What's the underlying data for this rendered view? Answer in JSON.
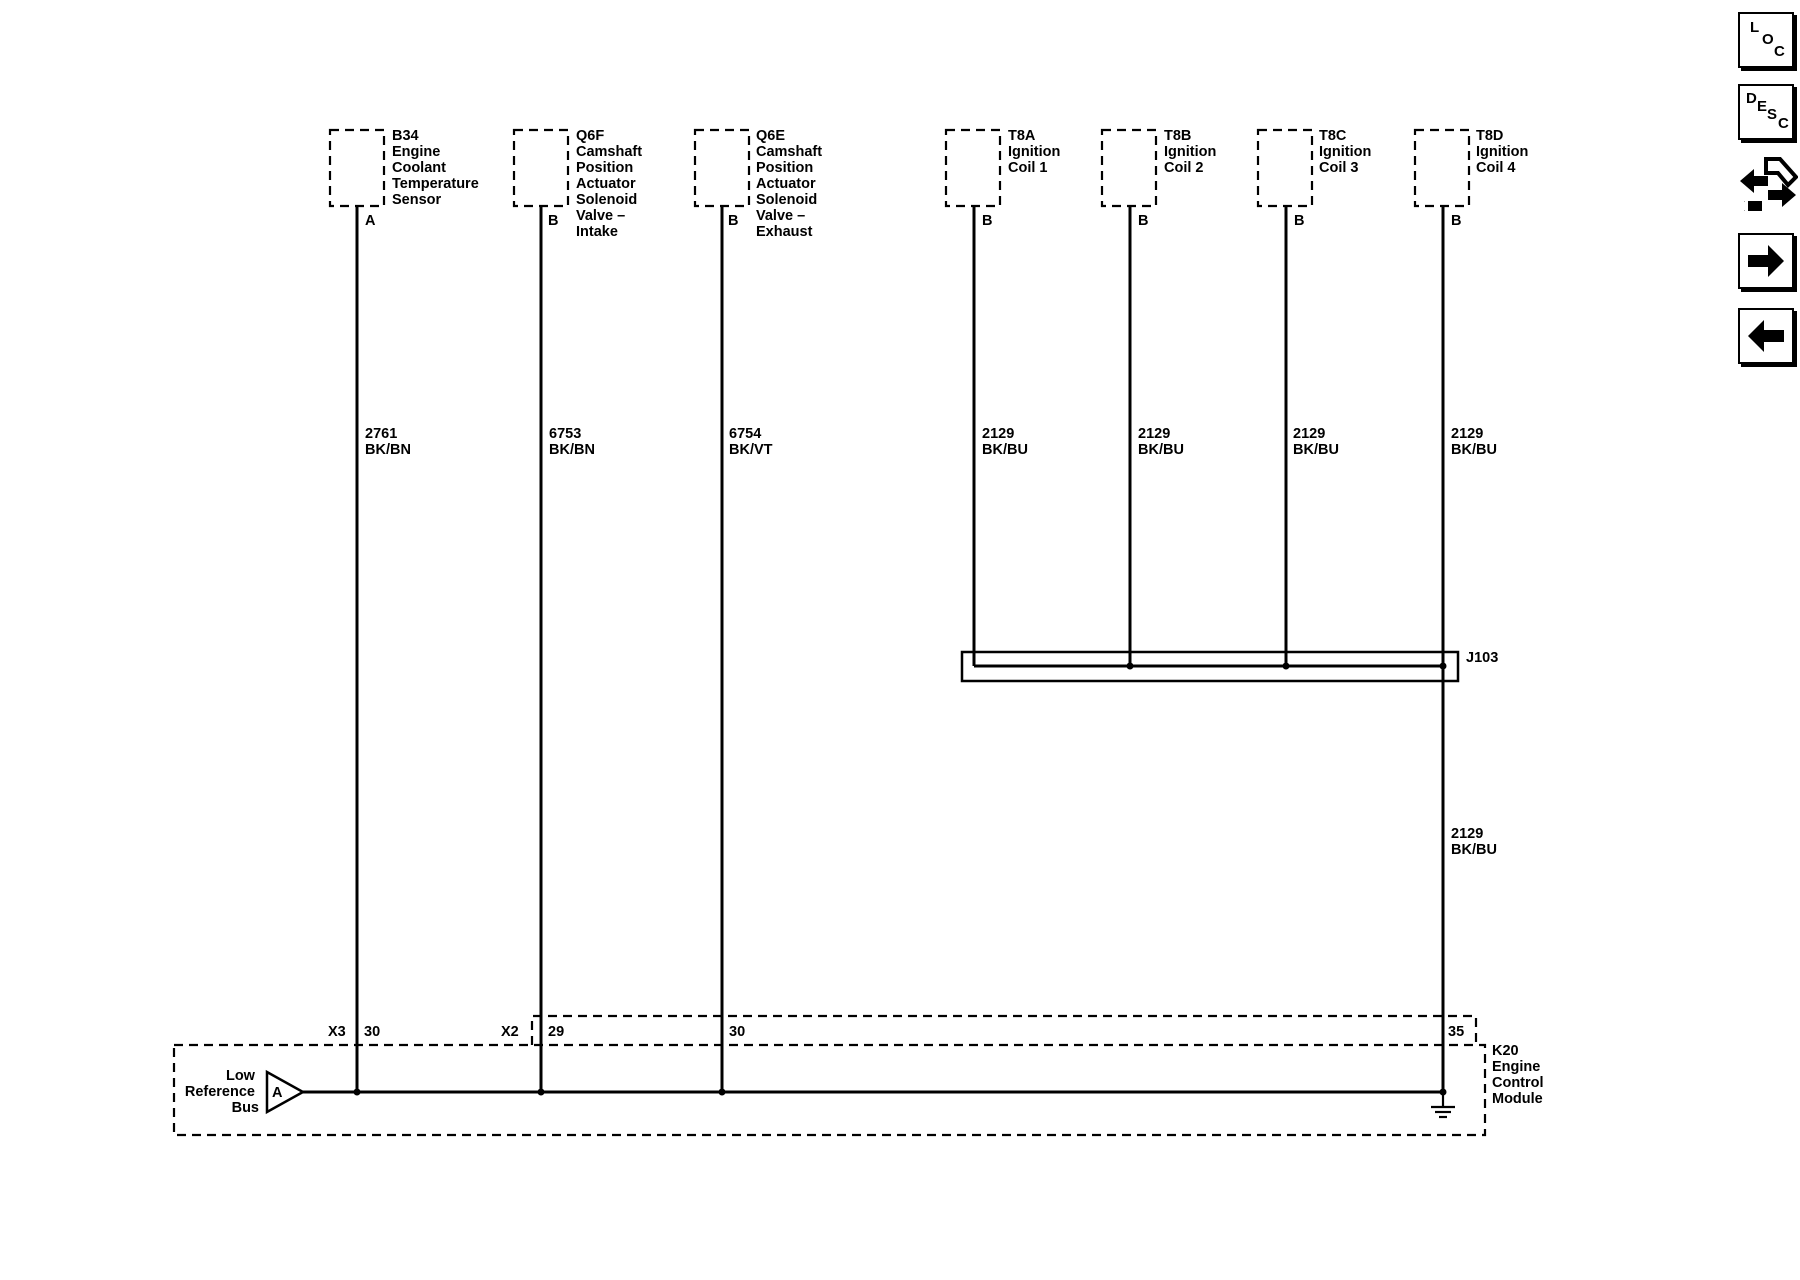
{
  "components": [
    {
      "ref": "B34",
      "lines": [
        "Engine",
        "Coolant",
        "Temperature",
        "Sensor"
      ],
      "pin": "A"
    },
    {
      "ref": "Q6F",
      "lines": [
        "Camshaft",
        "Position",
        "Actuator",
        "Solenoid",
        "Valve –",
        "Intake"
      ],
      "pin": "B"
    },
    {
      "ref": "Q6E",
      "lines": [
        "Camshaft",
        "Position",
        "Actuator",
        "Solenoid",
        "Valve –",
        "Exhaust"
      ],
      "pin": "B"
    },
    {
      "ref": "T8A",
      "lines": [
        "Ignition",
        "Coil 1"
      ],
      "pin": "B"
    },
    {
      "ref": "T8B",
      "lines": [
        "Ignition",
        "Coil 2"
      ],
      "pin": "B"
    },
    {
      "ref": "T8C",
      "lines": [
        "Ignition",
        "Coil 3"
      ],
      "pin": "B"
    },
    {
      "ref": "T8D",
      "lines": [
        "Ignition",
        "Coil 4"
      ],
      "pin": "B"
    }
  ],
  "wires": [
    {
      "circuit": "2761",
      "color": "BK/BN"
    },
    {
      "circuit": "6753",
      "color": "BK/BN"
    },
    {
      "circuit": "6754",
      "color": "BK/VT"
    },
    {
      "circuit": "2129",
      "color": "BK/BU"
    },
    {
      "circuit": "2129",
      "color": "BK/BU"
    },
    {
      "circuit": "2129",
      "color": "BK/BU"
    },
    {
      "circuit": "2129",
      "color": "BK/BU"
    }
  ],
  "splice": {
    "ref": "J103",
    "out_circuit": "2129",
    "out_color": "BK/BU"
  },
  "module": {
    "ref": "K20",
    "lines": [
      "Engine",
      "Control",
      "Module"
    ],
    "connectors": [
      "X3",
      "X2"
    ],
    "pins": [
      "30",
      "29",
      "30",
      "35"
    ],
    "bus_label": [
      "Low",
      "Reference",
      "Bus"
    ],
    "bus_pin": "A"
  },
  "side_buttons": [
    {
      "name": "loc",
      "letters": [
        "L",
        "O",
        "C"
      ]
    },
    {
      "name": "desc",
      "letters": [
        "D",
        "E",
        "S",
        "C"
      ]
    },
    {
      "name": "connector-view",
      "icon": "connector-wrench-icon"
    },
    {
      "name": "next",
      "icon": "arrow-right-icon"
    },
    {
      "name": "back",
      "icon": "arrow-left-icon"
    }
  ]
}
